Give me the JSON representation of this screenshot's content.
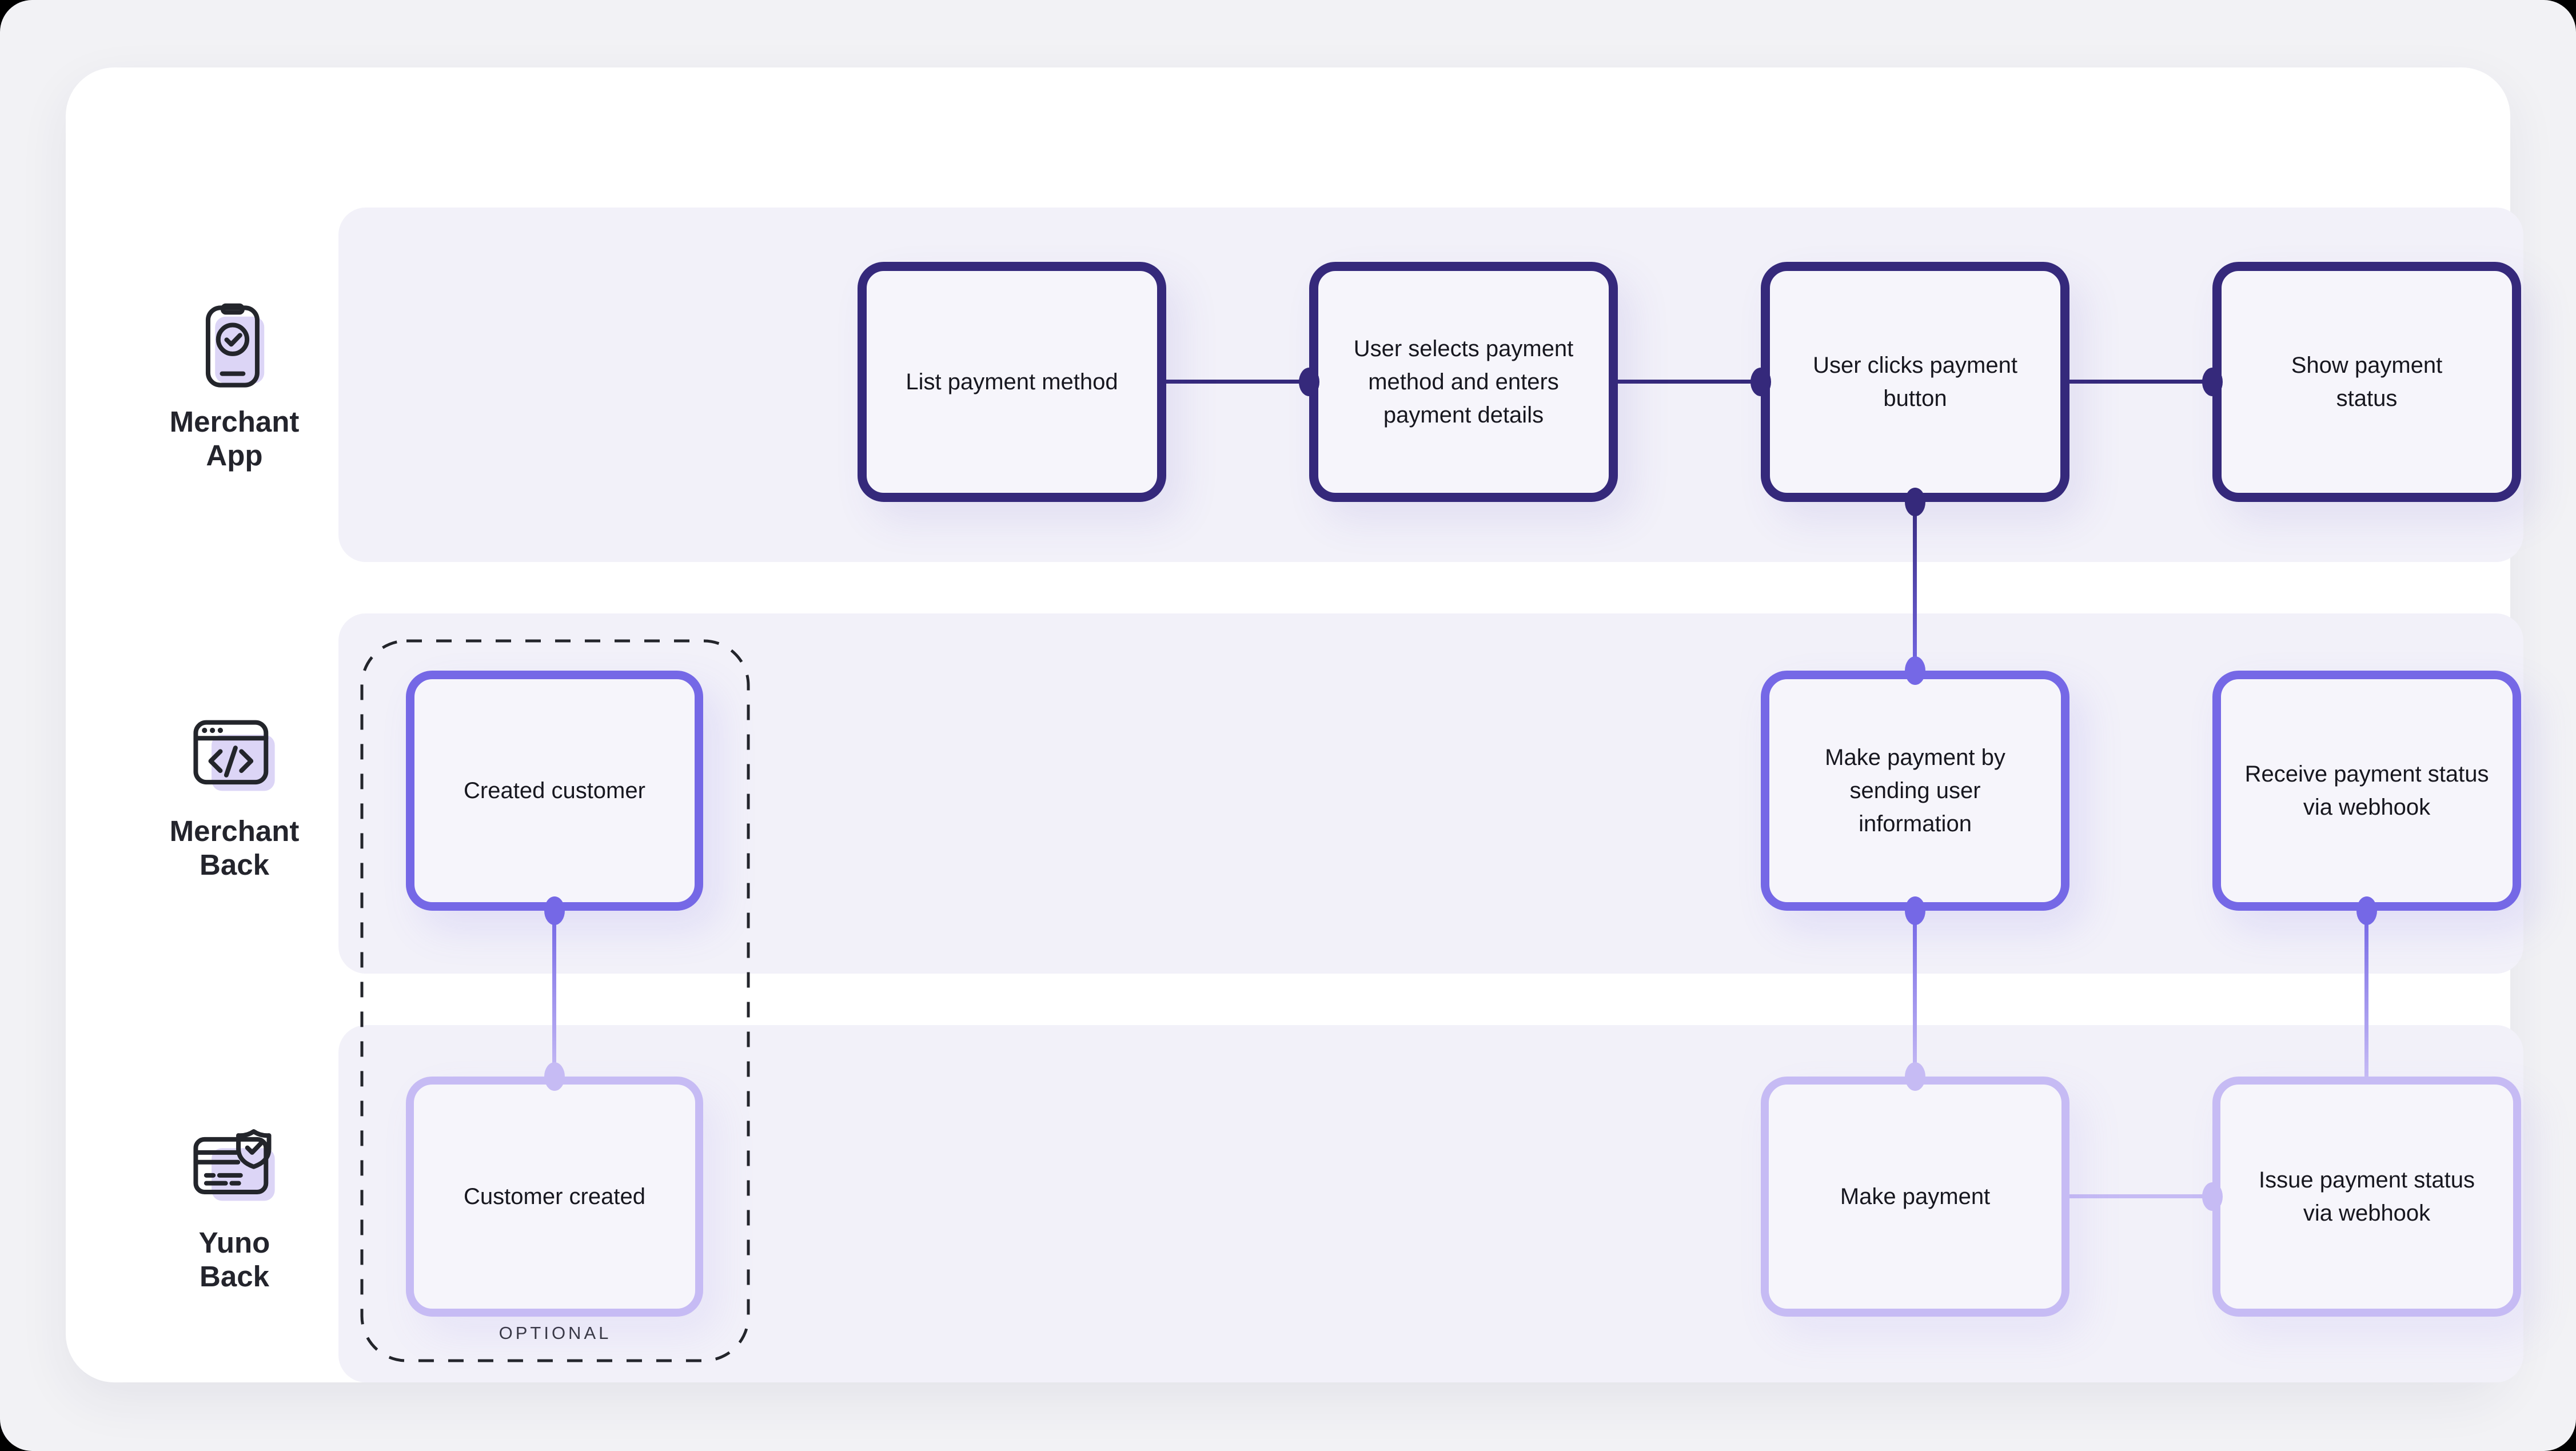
{
  "diagram": {
    "lanes": [
      {
        "id": "merchant-app",
        "label": "Merchant\nApp",
        "icon": "phone-check-icon"
      },
      {
        "id": "merchant-back",
        "label": "Merchant\nBack",
        "icon": "code-window-icon"
      },
      {
        "id": "yuno-back",
        "label": "Yuno\nBack",
        "icon": "card-shield-icon"
      }
    ],
    "nodes": {
      "list_payment_method": "List payment method",
      "user_selects_payment": "User selects payment method and enters payment details",
      "user_clicks_payment": "User clicks payment button",
      "show_payment_status": "Show payment status",
      "created_customer": "Created customer",
      "make_payment_sending": "Make payment by sending user information",
      "receive_payment_status": "Receive payment status via webhook",
      "customer_created": "Customer created",
      "make_payment": "Make payment",
      "issue_payment_status": "Issue payment status via webhook"
    },
    "optional_label": "OPTIONAL",
    "colors": {
      "row1_accent": "#35297B",
      "row2_accent": "#7568E6",
      "row3_accent": "#C6BBF4",
      "band_background": "#F2F1F9",
      "card_background": "#FFFFFF",
      "page_background": "#F2F2F5",
      "text": "#17171F"
    }
  }
}
